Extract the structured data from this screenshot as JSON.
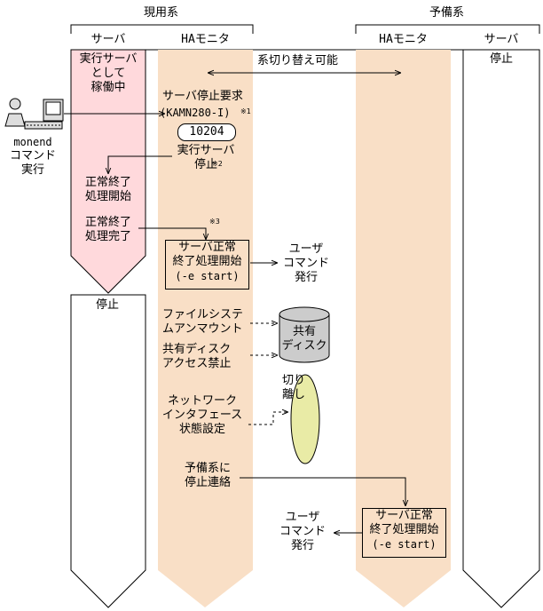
{
  "header": {
    "active_system": "現用系",
    "standby_system": "予備系"
  },
  "lanes": {
    "active_server": "サーバ",
    "active_ha_monitor": "HAモニタ",
    "standby_ha_monitor": "HAモニタ",
    "standby_server": "サーバ"
  },
  "labels": {
    "running_server": [
      "実行サーバ",
      "として",
      "稼働中"
    ],
    "switchable": "系切り替え可能",
    "standby_stopped": "停止",
    "active_stopped": "停止",
    "monend_command": [
      "monend",
      "コマンド",
      "実行"
    ],
    "stop_request": "サーバ停止要求",
    "stop_request_code": "(KAMN280-I)",
    "note_1": "※1",
    "message_id": "10204",
    "stop_running_server": [
      "実行サーバ",
      "停止"
    ],
    "note_2": "※2",
    "normal_end": [
      "正常終了",
      "処理開始"
    ],
    "normal_end_done": [
      "正常終了",
      "処理完了"
    ],
    "note_3": "※3",
    "server_normal_end_start": [
      "サーバ正常",
      "終了処理開始",
      "(-e start)"
    ],
    "user_command_issue": [
      "ユーザ",
      "コマンド",
      "発行"
    ],
    "fs_unmount": [
      "ファイルシステ",
      "ムアンマウント"
    ],
    "shared_disk": [
      "共有",
      "ディスク"
    ],
    "shared_disk_access_ban": [
      "共有ディスク",
      "アクセス禁止"
    ],
    "detach": [
      "切り",
      "離し"
    ],
    "network_if_state": [
      "ネットワーク",
      "インタフェース",
      "状態設定"
    ],
    "notify_standby": [
      "予備系に",
      "停止連絡"
    ],
    "standby_server_normal_end": [
      "サーバ正常",
      "終了処理開始",
      "(-e start)"
    ],
    "standby_user_command": [
      "ユーザ",
      "コマンド",
      "発行"
    ]
  },
  "colors": {
    "active_server_fill": "#ffd9dc",
    "ha_monitor_fill": "#f9dfc6",
    "disk_fill": "#cccccc",
    "nic_fill": "#e9eba6"
  }
}
